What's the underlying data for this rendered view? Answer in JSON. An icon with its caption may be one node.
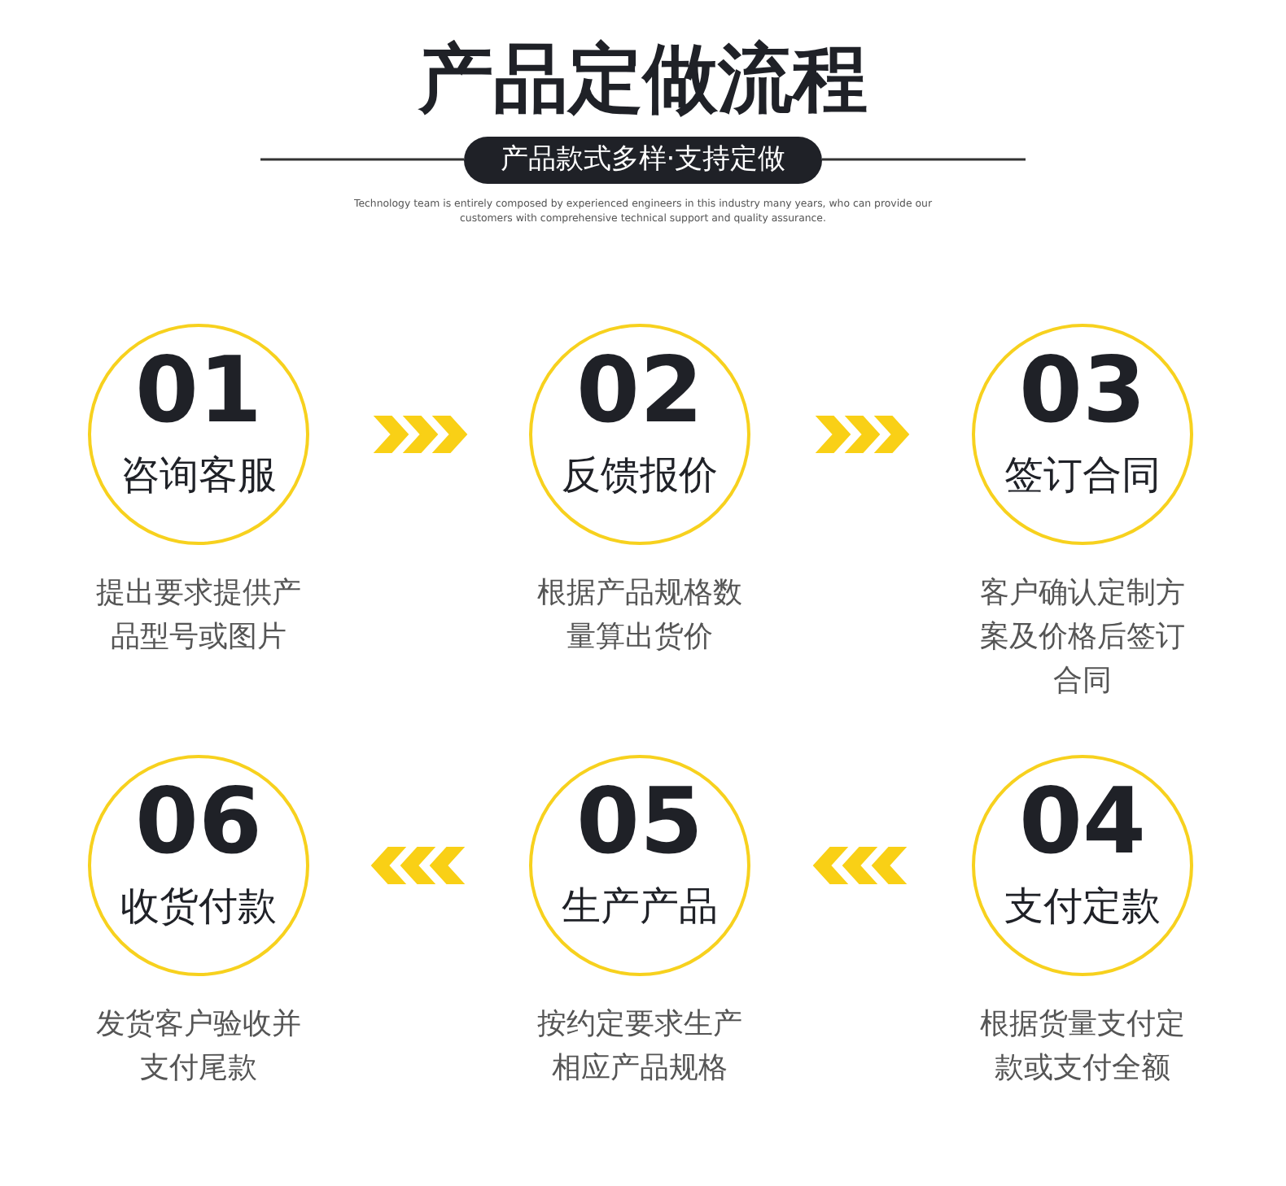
{
  "diagram": {
    "title": "产品定做流程",
    "nodes": [
      {
        "text": [
          "01",
          "咨询客服"
        ],
        "beside": [
          "提出要求提供产品型号或图片"
        ]
      },
      {
        "text": [
          "02",
          "反馈报价"
        ],
        "beside": [
          "根据产品规格数量算出货价"
        ]
      },
      {
        "text": [
          "03",
          "签订合同"
        ],
        "beside": [
          "客户确认定制方案及价格后签订合同"
        ]
      },
      {
        "text": [
          "04",
          "支付定款"
        ],
        "beside": [
          "根据货量支付定款或支付全额"
        ]
      },
      {
        "text": [
          "05",
          "生产产品"
        ],
        "beside": [
          "按约定要求生产相应产品规格"
        ]
      },
      {
        "text": [
          "06",
          "收货付款"
        ],
        "beside": [
          "发货客户验收并支付尾款"
        ]
      }
    ],
    "edges": [
      {
        "from": 0,
        "to": 1,
        "arrow": "to"
      },
      {
        "from": 1,
        "to": 2,
        "arrow": "to"
      },
      {
        "from": 3,
        "to": 4,
        "arrow": "to"
      },
      {
        "from": 4,
        "to": 5,
        "arrow": "to"
      }
    ],
    "labels": [
      "产品款式多样·支持定做",
      "Technology team is entirely composed by experienced engineers in this industry many years, who can provide our customers with comprehensive technical support and quality assurance."
    ]
  }
}
